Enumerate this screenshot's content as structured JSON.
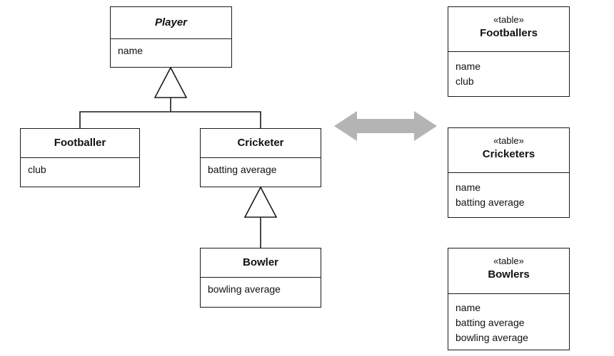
{
  "classes": {
    "player": {
      "name": "Player",
      "attributes": [
        "name"
      ]
    },
    "footballer": {
      "name": "Footballer",
      "attributes": [
        "club"
      ]
    },
    "cricketer": {
      "name": "Cricketer",
      "attributes": [
        "batting average"
      ]
    },
    "bowler": {
      "name": "Bowler",
      "attributes": [
        "bowling average"
      ]
    }
  },
  "tables": {
    "footballers": {
      "stereotype": "«table»",
      "name": "Footballers",
      "columns": [
        "name",
        "club"
      ]
    },
    "cricketers": {
      "stereotype": "«table»",
      "name": "Cricketers",
      "columns": [
        "name",
        "batting average"
      ]
    },
    "bowlers": {
      "stereotype": "«table»",
      "name": "Bowlers",
      "columns": [
        "name",
        "batting average",
        "bowling average"
      ]
    }
  },
  "colors": {
    "line": "#1a1a1a",
    "mapping_arrow": "#b4b4b4"
  }
}
